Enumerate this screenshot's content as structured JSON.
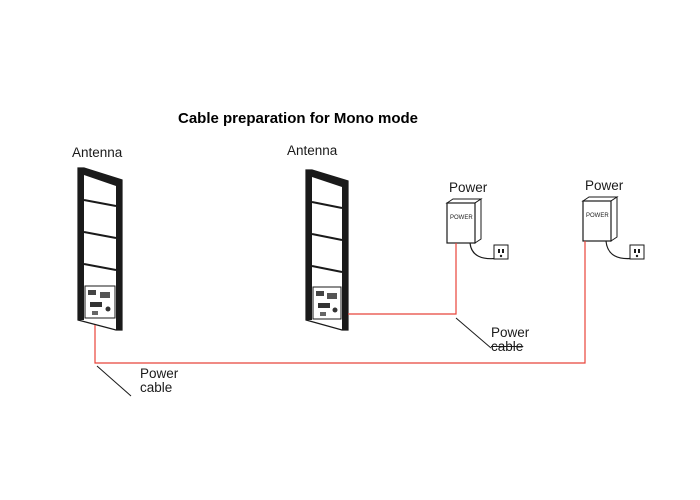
{
  "title": "Cable preparation for Mono mode",
  "antenna_label": "Antenna",
  "power_label": "Power",
  "psu_box_text": "POWER",
  "cable_label": {
    "line1": "Power",
    "line2": "cable"
  },
  "colors": {
    "cable": "#e8443a",
    "outline": "#1a1a1a"
  }
}
